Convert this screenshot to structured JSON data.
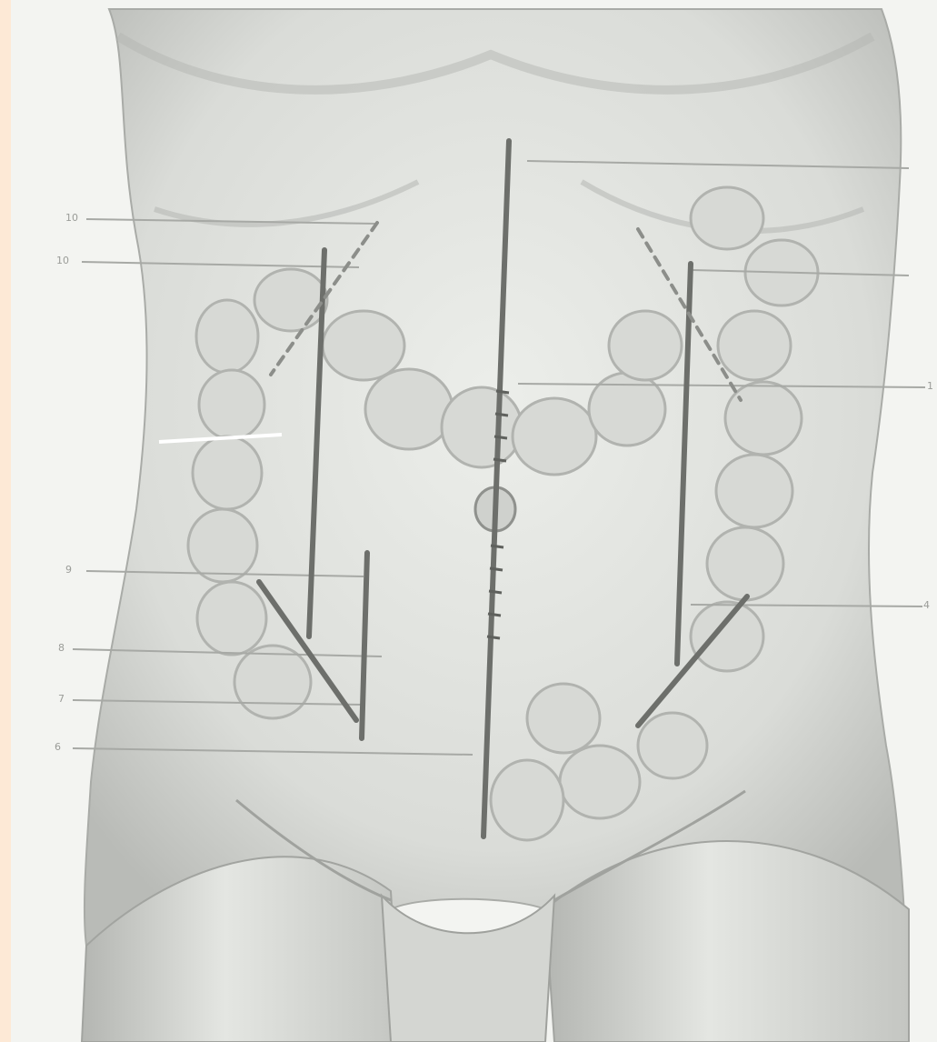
{
  "figure": {
    "background": "#f3f4f1",
    "body_shade": "#c9cbc7",
    "line_color": "#6d6f6b",
    "guide_color": "#a7a9a5",
    "colon_color": "#b9bbb6",
    "accent_edge": "#fde9d6"
  },
  "labels": {
    "left_top_1": "10",
    "left_top_2": "10",
    "left_mid": "9",
    "left_low_1": "8",
    "left_low_2": "7",
    "left_low_3": "6",
    "right_mid": "1",
    "right_low": "4"
  }
}
